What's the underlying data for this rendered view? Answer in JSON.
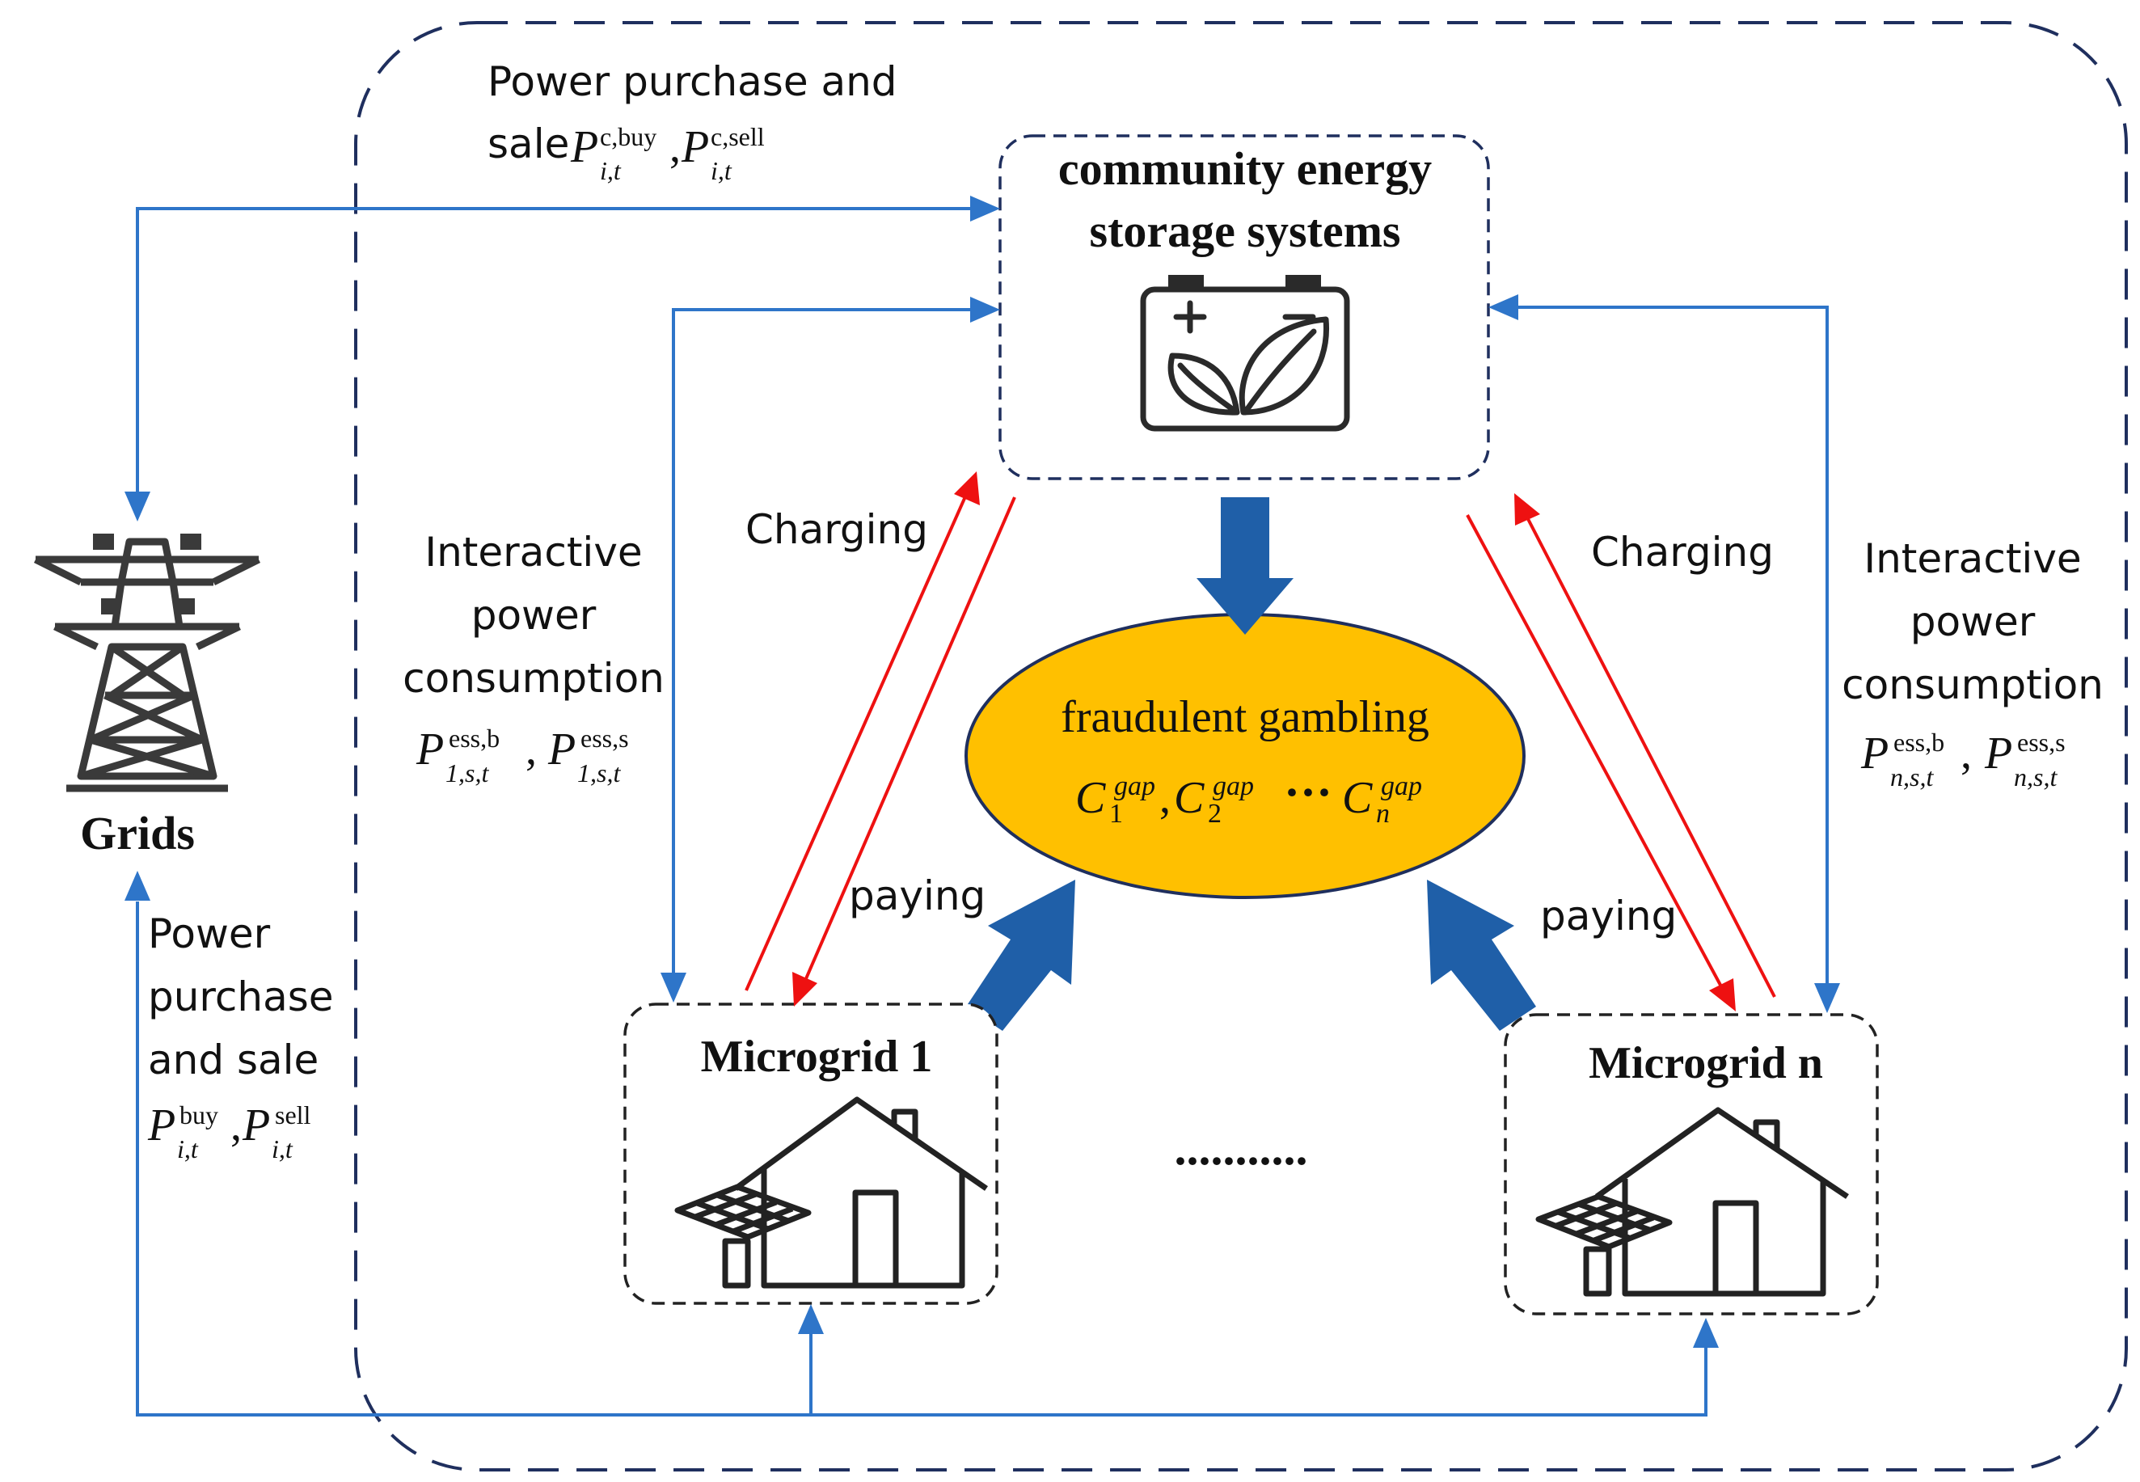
{
  "cess": {
    "title_line1": "community energy",
    "title_line2": "storage systems"
  },
  "grid": {
    "label": "Grids"
  },
  "center": {
    "title": "fraudulent gambling",
    "c1": "C",
    "c1_sub": "1",
    "c1_sup": "gap",
    "c2": "C",
    "c2_sub": "2",
    "c2_sup": "gap",
    "ellipsis": "···",
    "cn": "C",
    "cn_sub": "n",
    "cn_sup": "gap"
  },
  "microgrid1": {
    "label": "Microgrid 1"
  },
  "microgridn": {
    "label": "Microgrid n"
  },
  "between_dots": "...........",
  "top_trade": {
    "line1": "Power purchase and",
    "line2": "sale",
    "sym": "P",
    "sub1": "i,t",
    "sup1": "c,buy",
    "comma": ",",
    "sub2": "i,t",
    "sup2": "c,sell"
  },
  "bottom_trade": {
    "line1": "Power",
    "line2": "purchase",
    "line3": "and sale",
    "sym": "P",
    "sub1": "i,t",
    "sup1": "buy",
    "comma": ",",
    "sub2": "i,t",
    "sup2": "sell"
  },
  "left_interactive": {
    "line1": "Interactive",
    "line2": "power",
    "line3": "consumption",
    "sym": "P",
    "sub1": "1,s,t",
    "sup1": "ess,b",
    "comma": ",",
    "sub2": "1,s,t",
    "sup2": "ess,s"
  },
  "right_interactive": {
    "line1": "Interactive",
    "line2": "power",
    "line3": "consumption",
    "sym": "P",
    "sub1": "n,s,t",
    "sup1": "ess,b",
    "comma": ",",
    "sub2": "n,s,t",
    "sup2": "ess,s"
  },
  "labels": {
    "charging_left": "Charging",
    "charging_right": "Charging",
    "paying_left": "paying",
    "paying_right": "paying"
  },
  "colors": {
    "blue_line": "#2E75C9",
    "dark_blue": "#1F5FA8",
    "red": "#EE1111",
    "ellipse_fill": "#FFC000",
    "dashed_outer": "#1F2F5E"
  }
}
